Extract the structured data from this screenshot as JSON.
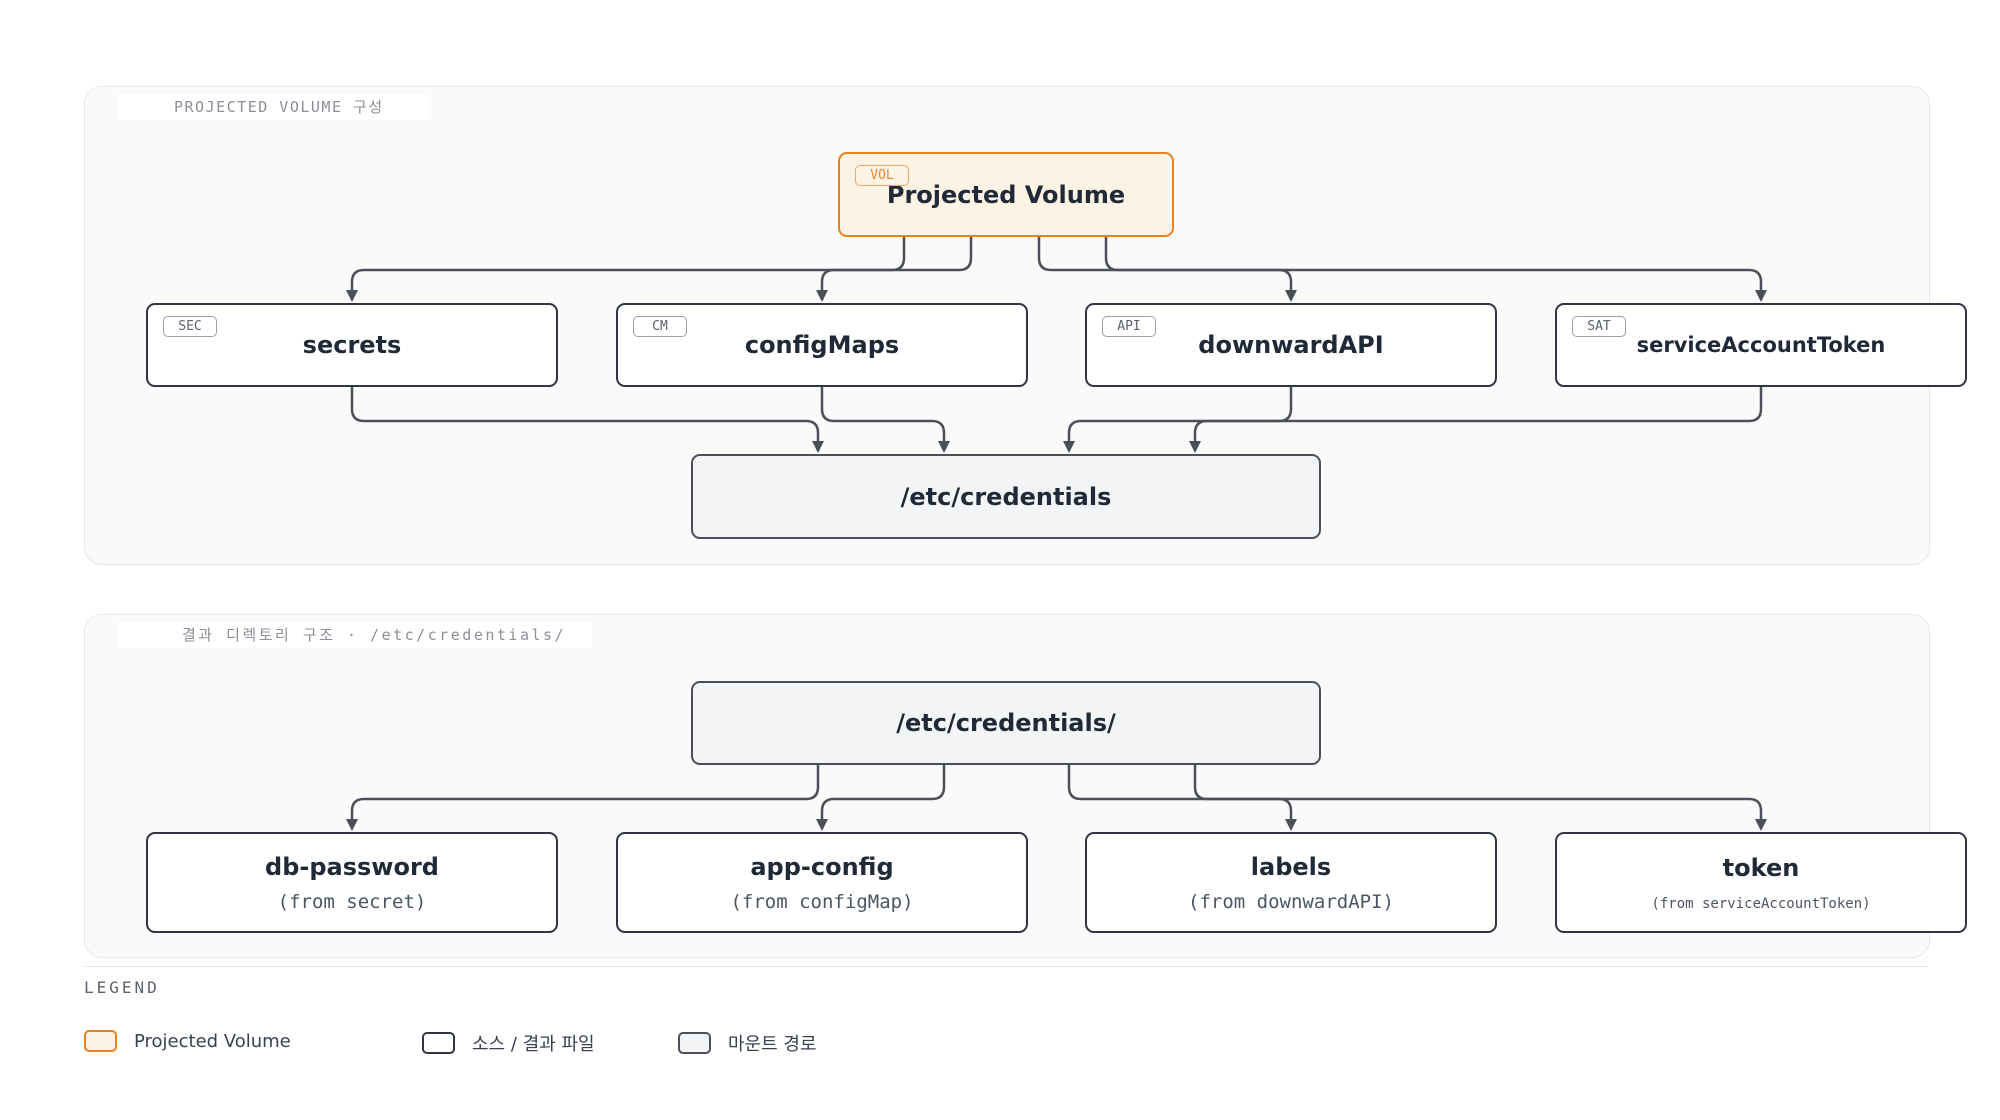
{
  "sections": {
    "config_label": "PROJECTED VOLUME 구성",
    "result_label": "결과 디렉토리 구조 · /etc/credentials/"
  },
  "nodes": {
    "volume": {
      "badge": "VOL",
      "title": "Projected Volume"
    },
    "secrets": {
      "badge": "SEC",
      "title": "secrets"
    },
    "configmaps": {
      "badge": "CM",
      "title": "configMaps"
    },
    "downwardapi": {
      "badge": "API",
      "title": "downwardAPI"
    },
    "sat": {
      "badge": "SAT",
      "title": "serviceAccountToken"
    },
    "mount": {
      "title": "/etc/credentials"
    },
    "dir": {
      "title": "/etc/credentials/"
    },
    "db_password": {
      "title": "db-password",
      "sub": "(from secret)"
    },
    "app_config": {
      "title": "app-config",
      "sub": "(from configMap)"
    },
    "labels": {
      "title": "labels",
      "sub": "(from downwardAPI)"
    },
    "token": {
      "title": "token",
      "sub": "(from serviceAccountToken)"
    }
  },
  "legend": {
    "title": "LEGEND",
    "items": {
      "volume": "Projected Volume",
      "source": "소스 / 결과 파일",
      "mount": "마운트 경로"
    }
  },
  "colors": {
    "volume_fill": "#fdf3e4",
    "volume_border": "#e8821e",
    "node_border": "#2f3542",
    "mount_fill": "#f3f4f5",
    "connector": "#4b5058"
  }
}
